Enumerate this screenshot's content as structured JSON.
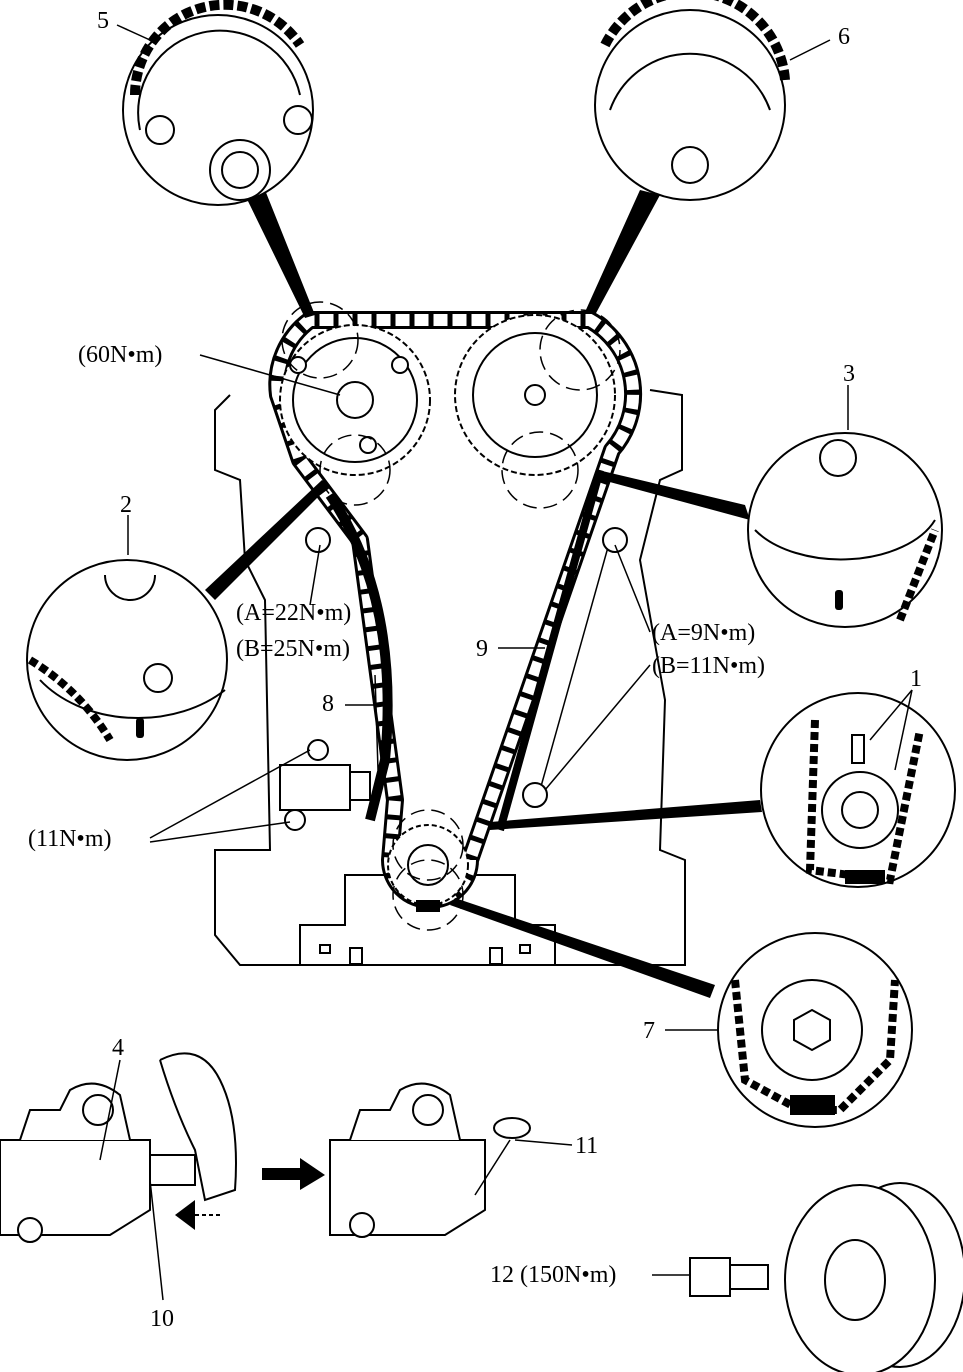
{
  "title": "Timing chain installation diagram",
  "labels": {
    "l5": "5",
    "l6": "6",
    "l3": "3",
    "l2": "2",
    "l1": "1",
    "l7": "7",
    "l8": "8",
    "l9": "9",
    "l4": "4",
    "l10": "10",
    "l11": "11",
    "cam_bolt_torque": "(60N•m)",
    "guide_left_a": "(A=22N•m)",
    "guide_left_b": "(B=25N•m)",
    "guide_right_a": "(A=9N•m)",
    "guide_right_b": "(B=11N•m)",
    "tensioner_torque": "(11N•m)",
    "crank_bolt": "12 (150N•m)"
  }
}
